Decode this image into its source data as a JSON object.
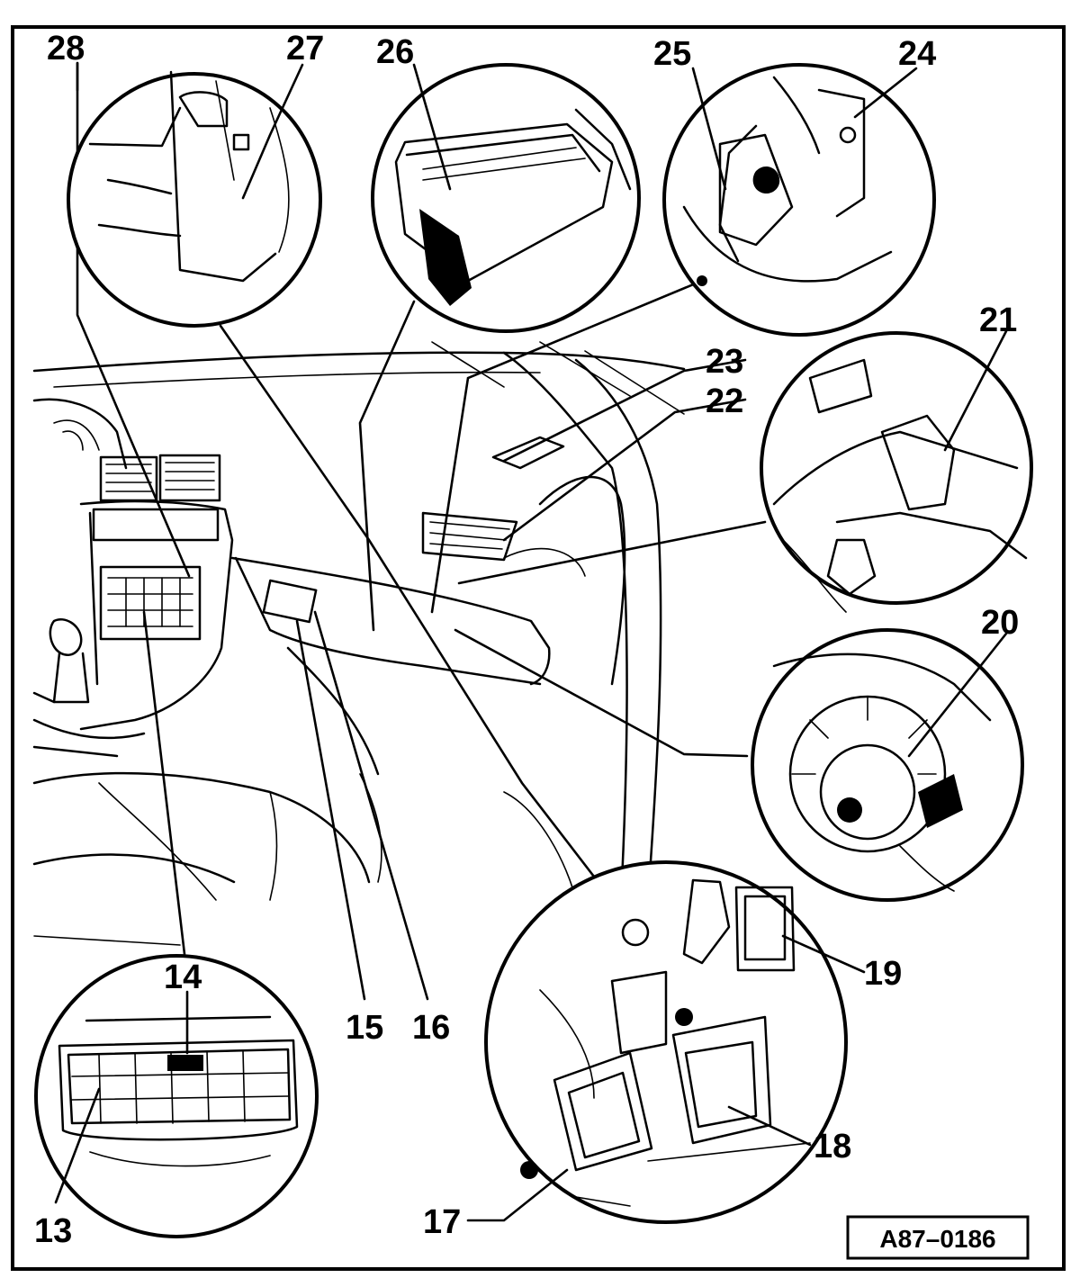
{
  "figure": {
    "reference": "A87–0186",
    "labels": {
      "l13": "13",
      "l14_main": "14",
      "l14_inset": "14",
      "l15": "15",
      "l16": "16",
      "l17": "17",
      "l18": "18",
      "l19": "19",
      "l20": "20",
      "l21": "21",
      "l22": "22",
      "l23": "23",
      "l24": "24",
      "l25": "25",
      "l26": "26",
      "l27": "27",
      "l28": "28"
    },
    "icons": [
      "dashboard-illustration",
      "detail-inset-circle"
    ]
  }
}
